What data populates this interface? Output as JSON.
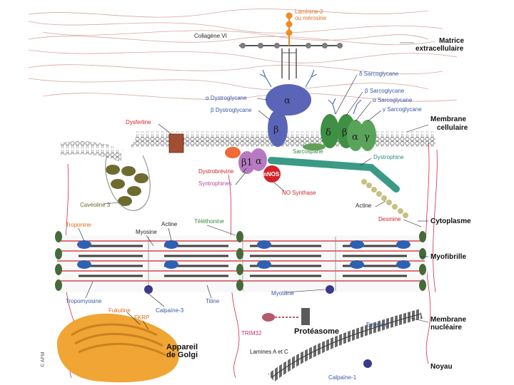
{
  "diagram": {
    "regions": {
      "matrix_line1": "Matrice",
      "matrix_line2": "extracellulaire",
      "membrane_line1": "Membrane",
      "membrane_line2": "cellulaire",
      "cytoplasm": "Cytoplasme",
      "myofibril": "Myofibrille",
      "nuclear_line1": "Membrane",
      "nuclear_line2": "nucléaire",
      "nucleus": "Noyau"
    },
    "labels": {
      "laminin_line1": "Laminine-2",
      "laminin_line2": "ou mérosine",
      "collagen": "Collagène VI",
      "delta_sarcoglycan": "δ Sarcoglycane",
      "beta_sarcoglycan": "β Sarcoglycane",
      "alpha_sarcoglycan": "α Sarcoglycane",
      "gamma_sarcoglycan": "γ Sarcoglycane",
      "alpha_dystroglycan": "α Dystroglycane",
      "beta_dystroglycan": "β Dystroglycane",
      "dysferlin": "Dysferline",
      "sarcospan": "Sarcospane",
      "dystrophin": "Dystrophine",
      "dystrobrevin": "Dystrobrévine",
      "syntrophins": "Syntrophines",
      "nno_synthase": "NO Synthase",
      "nnos": "nNOS",
      "caveolin": "Cavéoline 3",
      "actin_cyto": "Actine",
      "desmin": "Desmine",
      "troponin": "Troponine",
      "actin_fibril": "Actine",
      "telethonin": "Téléthonine",
      "myosin": "Myosine",
      "tropomyosin": "Tropomyosine",
      "calpain3": "Calpaïne-3",
      "titin": "Titine",
      "myotilin": "Myotiline",
      "fukutin": "Fukutine",
      "fkrp": "FKRP",
      "golgi_line1": "Appareil",
      "golgi_line2": "de Golgi",
      "trim32": "TRIM32",
      "proteasome": "Protéasome",
      "emerin": "Emerine",
      "lamins": "Lamines A et C",
      "calpain1": "Calpaïne-1",
      "copyright": "© AFM"
    },
    "symbols": {
      "alpha": "α",
      "beta": "β",
      "delta": "δ",
      "gamma": "γ",
      "beta1": "β1"
    }
  }
}
